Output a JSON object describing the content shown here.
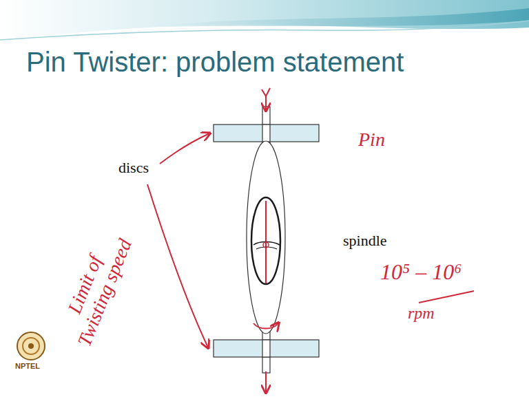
{
  "diagram": {
    "title": "Pin Twister: problem statement",
    "labels": [
      "discs",
      "spindle",
      "Pin",
      "10⁵ – 10⁶",
      "rpm",
      "Limit of Twisting speed",
      "NPTEL"
    ]
  }
}
